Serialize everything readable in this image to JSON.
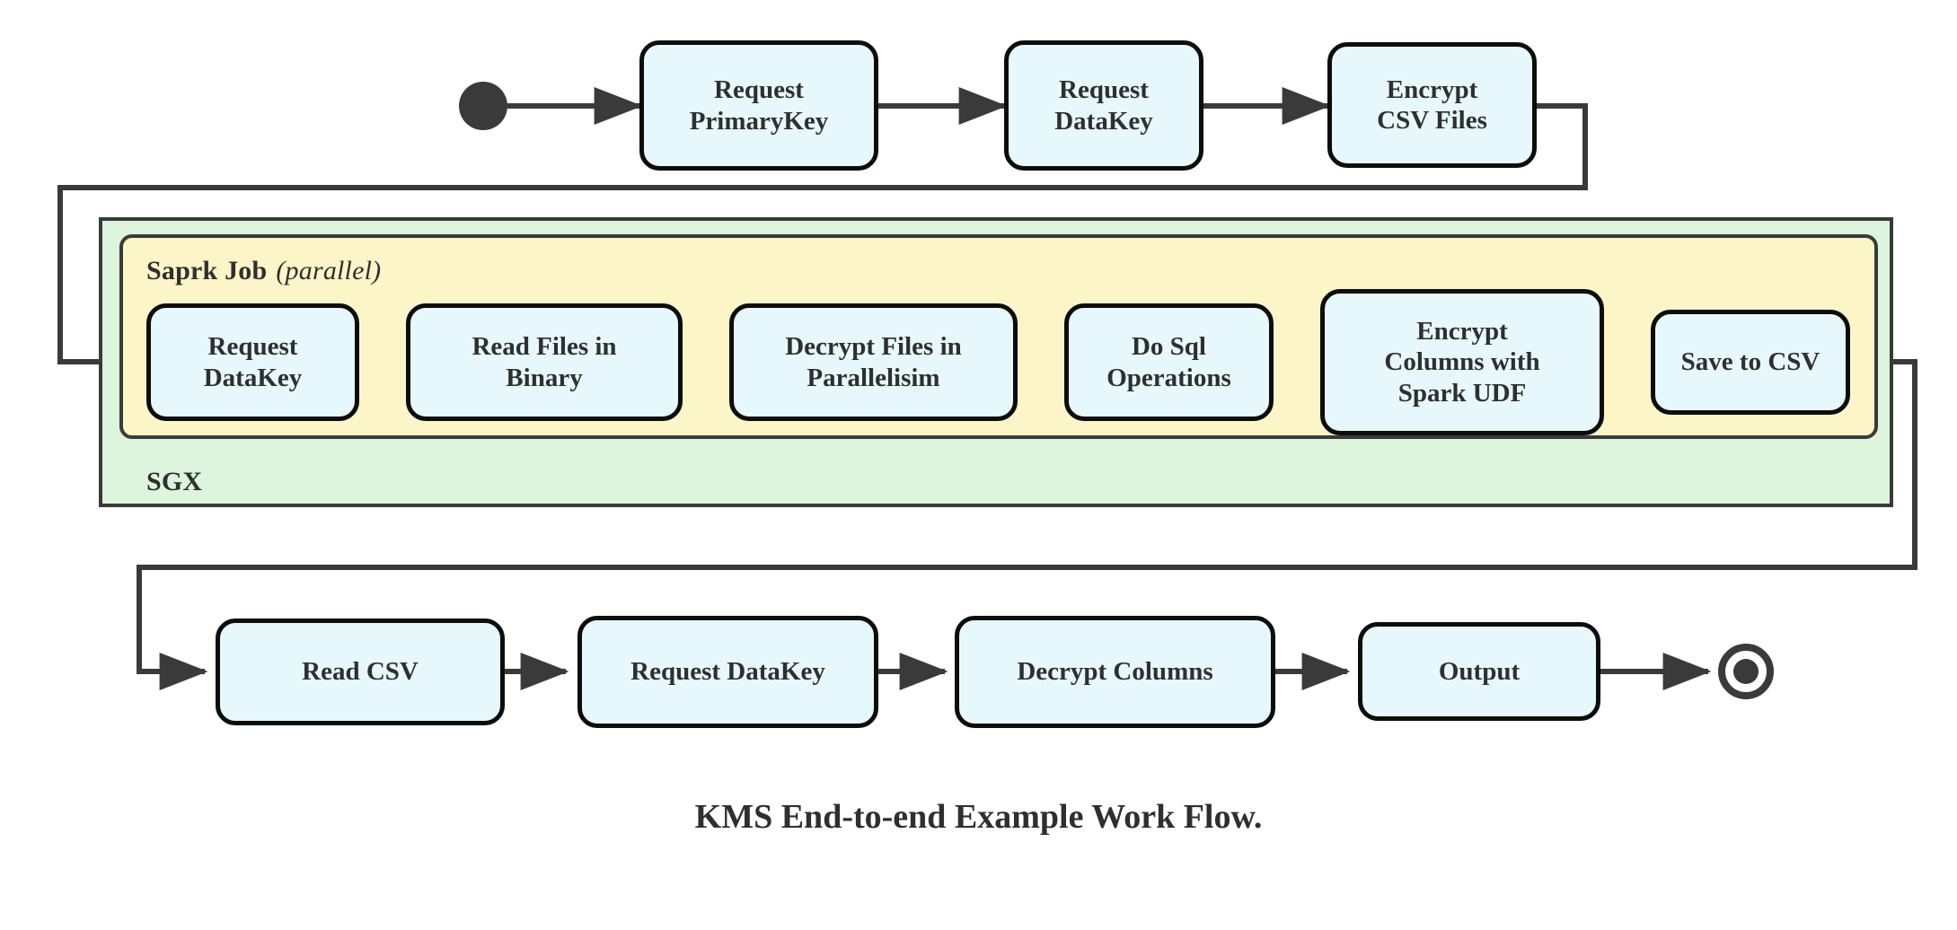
{
  "caption": "KMS End-to-end Example Work Flow.",
  "colors": {
    "node_fill": "#e6f8fb",
    "node_stroke": "#0d0d0d",
    "sgx_fill": "#dcf5dc",
    "spark_fill": "#fcf5c8",
    "wire": "#3a3a3a",
    "text": "#2f2f2f",
    "page_background": "#ffffff"
  },
  "containers": {
    "sgx": {
      "label": "SGX"
    },
    "spark": {
      "label": "Saprk Job",
      "modifier": "(parallel)"
    }
  },
  "markers": {
    "start": "initial-state-node",
    "end": "final-state-node"
  },
  "flow": {
    "top_row": [
      {
        "id": "request-primarykey",
        "lines": [
          "Request",
          "PrimaryKey"
        ]
      },
      {
        "id": "request-datakey-top",
        "lines": [
          "Request",
          "DataKey"
        ]
      },
      {
        "id": "encrypt-csv-files",
        "lines": [
          "Encrypt",
          "CSV Files"
        ]
      }
    ],
    "spark_row": [
      {
        "id": "request-datakey-spark",
        "lines": [
          "Request",
          "DataKey"
        ]
      },
      {
        "id": "read-files-in-binary",
        "lines": [
          "Read Files in",
          "Binary"
        ]
      },
      {
        "id": "decrypt-files-in-parallelisim",
        "lines": [
          "Decrypt Files in",
          "Parallelisim"
        ]
      },
      {
        "id": "do-sql-operations",
        "lines": [
          "Do Sql",
          "Operations"
        ]
      },
      {
        "id": "encrypt-columns-with-spark-udf",
        "lines": [
          "Encrypt",
          "Columns with",
          "Spark UDF"
        ]
      },
      {
        "id": "save-to-csv",
        "lines": [
          "Save to CSV"
        ]
      }
    ],
    "bottom_row": [
      {
        "id": "read-csv",
        "lines": [
          "Read CSV"
        ]
      },
      {
        "id": "request-datakey-bottom",
        "lines": [
          "Request DataKey"
        ]
      },
      {
        "id": "decrypt-columns",
        "lines": [
          "Decrypt Columns"
        ]
      },
      {
        "id": "output",
        "lines": [
          "Output"
        ]
      }
    ]
  }
}
